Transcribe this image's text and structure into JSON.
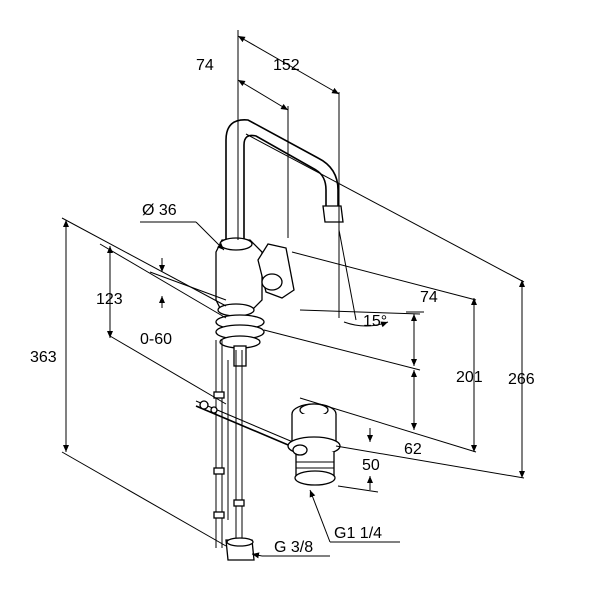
{
  "drawing": {
    "labels": {
      "dim_74_top": "74",
      "dim_152": "152",
      "dim_diameter": "Ø 36",
      "dim_123": "123",
      "dim_0_60": "0-60",
      "dim_363": "363",
      "dim_74_right": "74",
      "dim_15deg": "15°",
      "dim_201": "201",
      "dim_266": "266",
      "dim_62": "62",
      "dim_50": "50",
      "thread_g38": "G 3/8",
      "thread_g114": "G1 1/4"
    }
  }
}
